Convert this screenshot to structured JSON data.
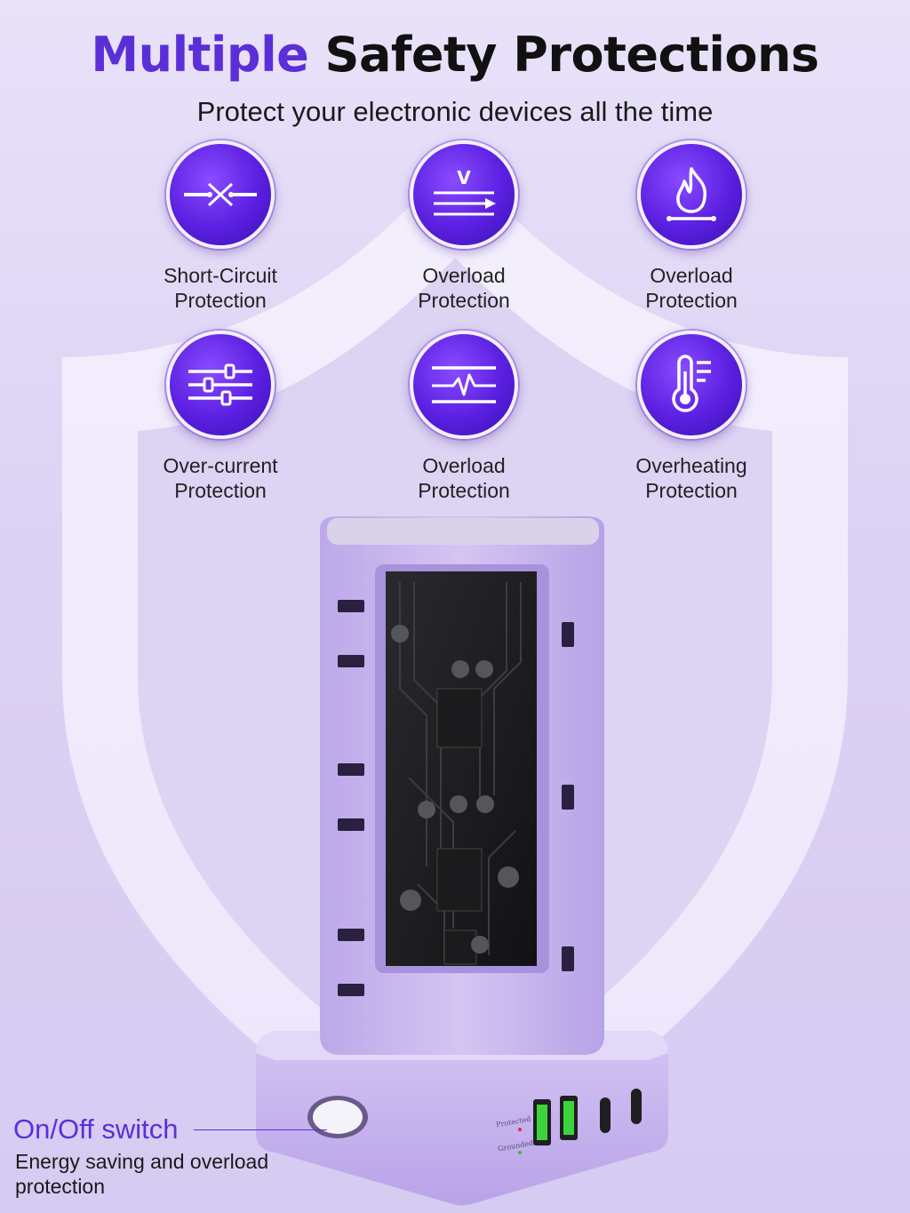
{
  "header": {
    "title_accent": "Multiple",
    "title_rest": "Safety Protections",
    "subtitle": "Protect your electronic devices all the time"
  },
  "features": [
    {
      "icon": "short-circuit-icon",
      "line1": "Short-Circuit",
      "line2": "Protection"
    },
    {
      "icon": "voltage-icon",
      "line1": "Overload",
      "line2": "Protection"
    },
    {
      "icon": "fire-icon",
      "line1": "Overload",
      "line2": "Protection"
    },
    {
      "icon": "sliders-icon",
      "line1": "Over-current",
      "line2": "Protection"
    },
    {
      "icon": "surge-wave-icon",
      "line1": "Overload",
      "line2": "Protection"
    },
    {
      "icon": "thermometer-icon",
      "line1": "Overheating",
      "line2": "Protection"
    }
  ],
  "product": {
    "indicator_protected": "Protected",
    "indicator_grounded": "Grounded"
  },
  "switch": {
    "label": "On/Off switch",
    "description": "Energy saving and overload protection"
  },
  "colors": {
    "accent": "#5a2fd8",
    "background": "#e4dcf7",
    "product": "#c9b6ee"
  }
}
